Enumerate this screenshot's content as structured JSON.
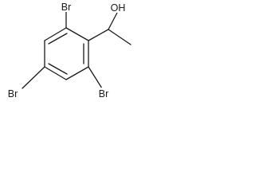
{
  "molecule": {
    "atoms": {
      "br_top": "Br",
      "br_right": "Br",
      "br_left": "Br",
      "hydroxyl": "OH"
    }
  }
}
